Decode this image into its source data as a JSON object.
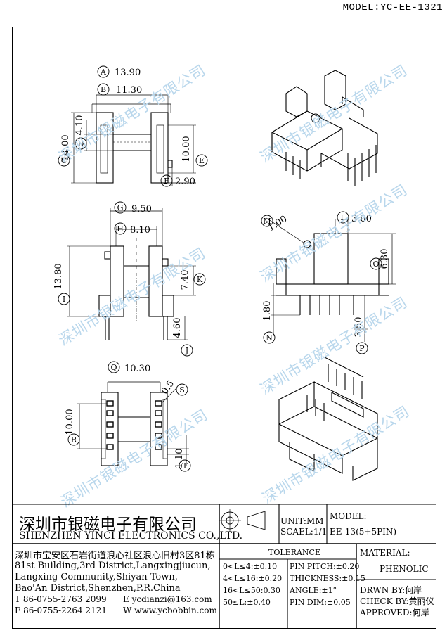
{
  "header": {
    "model_label": "MODEL:YC-EE-1321"
  },
  "watermark": "深圳市银磁电子有限公司",
  "dims": {
    "A": "A",
    "B": "B",
    "C": "C",
    "D": "D",
    "E": "E",
    "F": "F",
    "G": "G",
    "H": "H",
    "I": "I",
    "J": "J",
    "K": "K",
    "L": "L",
    "M": "M",
    "N": "N",
    "O": "O",
    "P": "P",
    "Q": "Q",
    "R": "R",
    "S": "S",
    "T": "T",
    "A_val": "13.90",
    "B_val": "11.30",
    "C_val": "14.00",
    "D_val": "4.10",
    "E_val": "10.00",
    "F_val": "2.90",
    "G_val": "9.50",
    "H_val": "8.10",
    "I_val": "13.80",
    "J_val": "4.60",
    "K_val": "7.40",
    "L_val": "3.00",
    "M_val": "1.00",
    "N_val": "1.80",
    "O_val": "6.30",
    "P_val": "3.50",
    "Q_val": "10.30",
    "R_val": "10.00",
    "S_val": "0.5",
    "T_val": "1.10"
  },
  "company": {
    "name_cn": "深圳市银磁电子有限公司",
    "name_en": "SHENZHEN YINCI ELECTRONICS CO.,LTD.",
    "address_cn": "深圳市宝安区石岩街道浪心社区浪心旧村3区81栋",
    "address_en_1": "81st Building,3rd District,Langxingjiucun,",
    "address_en_2": "Langxing Community,Shiyan Town,",
    "address_en_3": "Bao'An District,Shenzhen,P.R.China",
    "tel": "T 86-0755-2763 2099",
    "fax": "F 86-0755-2264 2121",
    "email": "E ycdianzi@163.com",
    "web": "W www.ycbobbin.com"
  },
  "unit": {
    "unit": "UNIT:MM",
    "scale": "SCAEL:1/1"
  },
  "model": {
    "label": "MODEL:",
    "value": "EE-13(5+5PIN)"
  },
  "tolerance": {
    "title": "TOLERANCE",
    "rows": [
      "0<L≤4:±0.10",
      "4<L≤16:±0.20",
      "16<L≤50:0.30",
      "50≤L:±0.40"
    ],
    "pin_rows": [
      "PIN PITCH:±0.20",
      "THICKNESS:±0.15",
      "ANGLE:±1°",
      "PIN DIM:±0.05"
    ]
  },
  "material": {
    "label": "MATERIAL:",
    "value": "PHENOLIC"
  },
  "signoff": {
    "drawn": "DRWN BY:何岸",
    "checked": "CHECK BY:黄丽仪",
    "approved": "APPROVED:何岸"
  }
}
